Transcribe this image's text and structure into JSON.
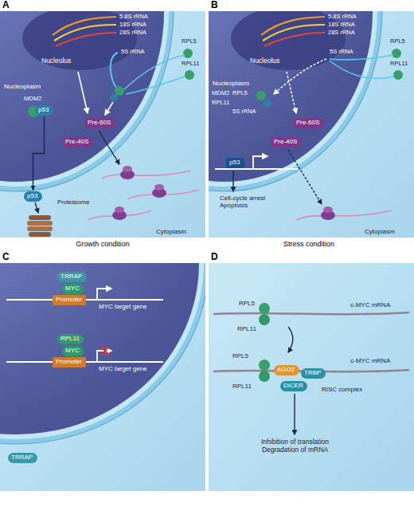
{
  "diagram": {
    "nodes": [
      {
        "text": [
          "p53"
        ]
      },
      {
        "text": [
          "Pre-60S"
        ]
      },
      {
        "text": [
          "Pre-40S"
        ]
      },
      {
        "text": [
          "p53"
        ]
      },
      {
        "text": [
          "Pre-60S"
        ]
      },
      {
        "text": [
          "Pre-40S"
        ]
      },
      {
        "text": [
          "p53"
        ]
      },
      {
        "text": [
          "TRRAP"
        ]
      },
      {
        "text": [
          "MYC"
        ]
      },
      {
        "text": [
          "Promoter"
        ]
      },
      {
        "text": [
          "RPL11"
        ]
      },
      {
        "text": [
          "MYC"
        ]
      },
      {
        "text": [
          "Promoter"
        ]
      },
      {
        "text": [
          "TRRAP"
        ]
      },
      {
        "text": [
          "AGO2"
        ]
      },
      {
        "text": [
          "TRBP"
        ]
      },
      {
        "text": [
          "DICER"
        ]
      }
    ],
    "edges": [
      {
        "from": 0,
        "to": 3,
        "arrow": "to"
      }
    ],
    "labels": [
      "A",
      "5.8S rRNA",
      "18S rRNA",
      "28S rRNA",
      "5S rRNA",
      "RPL5",
      "RPL11",
      "Nucleolus",
      "Nucleoplasm",
      "MDM2",
      "Proteasome",
      "Cytoplasm",
      "Growth condition",
      "B",
      "5.8S rRNA",
      "18S rRNA",
      "28S rRNA",
      "5S rRNA",
      "RPL5",
      "RPL11",
      "Nucleolus",
      "Nucleoplasm",
      "MDM2",
      "RPL5",
      "RPL11",
      "5S rRNA",
      "Cell-cycle arrest Apoptosis",
      "Cytoplasm",
      "Stress condition",
      "C",
      "MYC target gene",
      "MYC target gene",
      "D",
      "RPL5",
      "RPL11",
      "c-MYC mRNA",
      "RPL5",
      "RPL11",
      "c-MYC mRNA",
      "RISC complex",
      "Inhibition of translation Degradation of mRNA"
    ]
  }
}
